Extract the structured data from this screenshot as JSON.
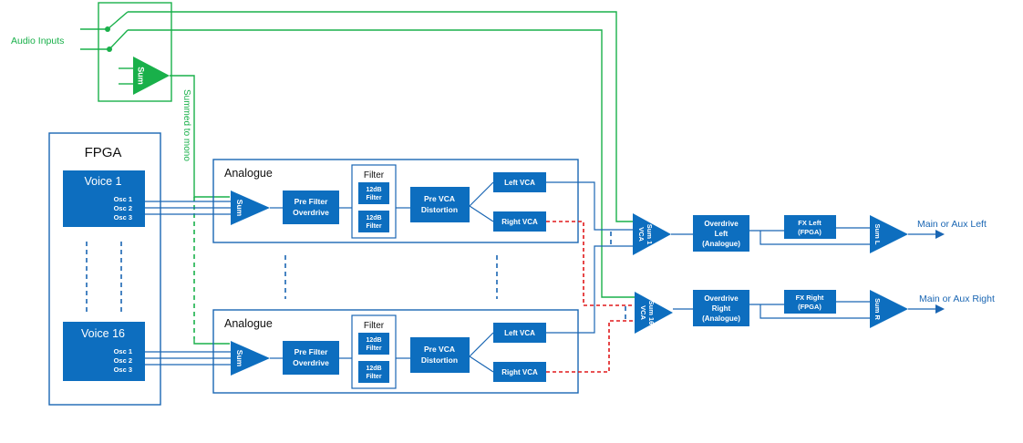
{
  "colors": {
    "blue": "#1a66b3",
    "block": "#0d6ebf",
    "green": "#19b04a",
    "red": "#e0191b"
  },
  "input_section": {
    "label": "Audio Inputs",
    "sum_label": "Sum",
    "mono_label": "Summed to mono"
  },
  "fpga": {
    "title": "FPGA",
    "voices": [
      {
        "title": "Voice 1",
        "oscs": [
          "Osc 1",
          "Osc 2",
          "Osc 3"
        ]
      },
      {
        "title": "Voice 16",
        "oscs": [
          "Osc 1",
          "Osc 2",
          "Osc 3"
        ]
      }
    ]
  },
  "analogue_blocks": [
    {
      "title": "Analogue",
      "sum": "Sum",
      "pre_filter": [
        "Pre Filter",
        "Overdrive"
      ],
      "filter_title": "Filter",
      "filters": [
        [
          "12dB",
          "Filter"
        ],
        [
          "12dB",
          "Filter"
        ]
      ],
      "pre_vca": [
        "Pre VCA",
        "Distortion"
      ],
      "left_vca": "Left VCA",
      "right_vca": "Right VCA"
    },
    {
      "title": "Analogue",
      "sum": "Sum",
      "pre_filter": [
        "Pre Filter",
        "Overdrive"
      ],
      "filter_title": "Filter",
      "filters": [
        [
          "12dB",
          "Filter"
        ],
        [
          "12dB",
          "Filter"
        ]
      ],
      "pre_vca": [
        "Pre VCA",
        "Distortion"
      ],
      "left_vca": "Left VCA",
      "right_vca": "Right VCA"
    }
  ],
  "output_chains": [
    {
      "vca_sum": [
        "VCA",
        "Sum 1"
      ],
      "overdrive": [
        "Overdrive",
        "Left",
        "(Analogue)"
      ],
      "fx": [
        "FX Left",
        "(FPGA)"
      ],
      "sum": "Sum L",
      "output": "Main or Aux Left"
    },
    {
      "vca_sum": [
        "VCA",
        "Sum 16"
      ],
      "overdrive": [
        "Overdrive",
        "Right",
        "(Analogue)"
      ],
      "fx": [
        "FX Right",
        "(FPGA)"
      ],
      "sum": "Sum R",
      "output": "Main or Aux Right"
    }
  ]
}
